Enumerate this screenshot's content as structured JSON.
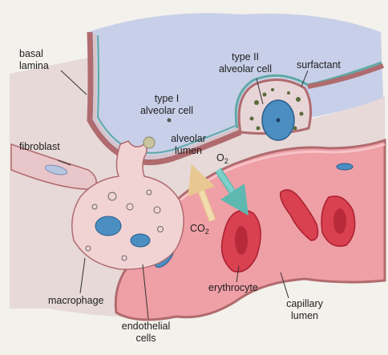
{
  "labels": {
    "basal_lamina": "basal\nlamina",
    "type1": "type I\nalveolar cell",
    "type2": "type II\nalveolar cell",
    "surfactant": "surfactant",
    "fibroblast": "fibroblast",
    "alveolar_lumen": "alveolar\nlumen",
    "o2": "O",
    "o2_sub": "2",
    "co2": "CO",
    "co2_sub": "2",
    "erythrocyte": "erythrocyte",
    "macrophage": "macrophage",
    "endothelial": "endothelial\ncells",
    "capillary": "capillary\nlumen"
  },
  "colors": {
    "background": "#f3f1ec",
    "alveolus": "#c8cfe8",
    "interstitium": "#e6d9d7",
    "capillary": "#ef9fa6",
    "erythrocyte": "#d94050",
    "nucleus": "#4a8ec2",
    "membrane": "#b06b6e",
    "surfactant_line": "#5fa9a4",
    "o2_arrow": "#7fd0c8",
    "co2_arrow": "#f3ddb0"
  }
}
